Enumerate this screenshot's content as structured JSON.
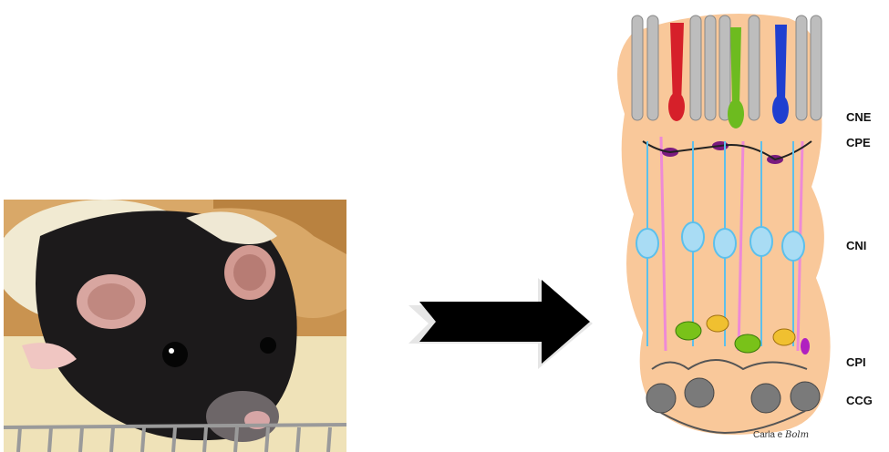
{
  "photo": {
    "subject": "rat-photo"
  },
  "arrow": {
    "direction": "right"
  },
  "retina": {
    "layers": [
      {
        "key": "cne",
        "label": "CNE"
      },
      {
        "key": "cpe",
        "label": "CPE"
      },
      {
        "key": "cni",
        "label": "CNI"
      },
      {
        "key": "cpi",
        "label": "CPI"
      },
      {
        "key": "ccg",
        "label": "CCG"
      }
    ],
    "credit": {
      "text": "Carla e",
      "signature": "Bolm"
    },
    "colors": {
      "background": "#f9c89a",
      "rod": "#bdbdbd",
      "cone_red": "#d6202a",
      "cone_green": "#6dbb1f",
      "cone_blue": "#1f3fd0",
      "horizontal": "#7a1b7f",
      "bipolar": "#5cc0ec",
      "muller": "#ee8ad6",
      "amacrine_green": "#79c219",
      "amacrine_yellow": "#f0c030",
      "ganglion": "#7a7a7a"
    }
  }
}
